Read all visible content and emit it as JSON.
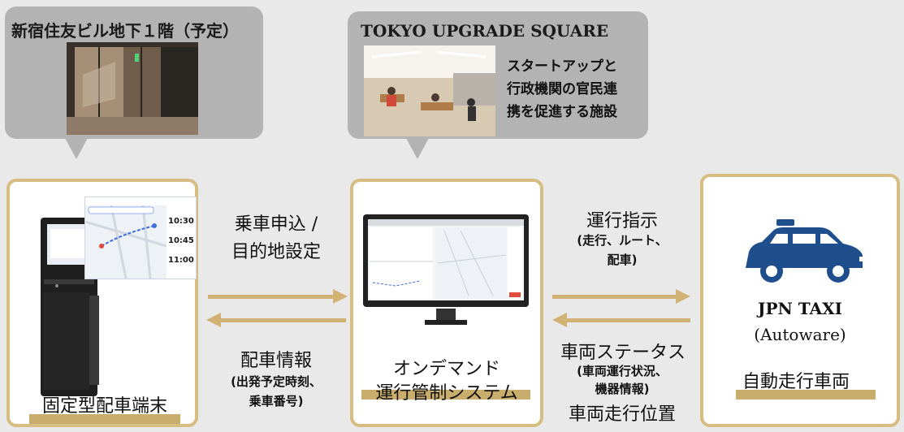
{
  "callouts": {
    "left_title": "新宿住友ビル地下１階（予定）",
    "center_title": "TOKYO UPGRADE SQUARE",
    "center_desc": [
      "スタートアップと",
      "行政機関の官民連",
      "携を促進する施設"
    ]
  },
  "nodes": {
    "terminal_label": "固定型配車端末",
    "system_label": [
      "オンデマンド",
      "運行管制システム"
    ],
    "vehicle_name": "JPN TAXI",
    "vehicle_sub": "(Autoware)",
    "vehicle_label": "自動走行車両"
  },
  "screen_times": [
    "10:30",
    "10:45",
    "11:00"
  ],
  "flows": {
    "request": [
      "乗車申込 /",
      "目的地設定"
    ],
    "dispatch_info": "配車情報",
    "dispatch_detail": [
      "(出発予定時刻、",
      "乗車番号)"
    ],
    "command": "運行指示",
    "command_detail": [
      "(走行、ルート、",
      "配車)"
    ],
    "status": "車両ステータス",
    "status_detail": [
      "(車両運行状況、",
      "機器情報)"
    ],
    "position": "車両走行位置"
  },
  "colors": {
    "gold": "#d1b274",
    "box_border": "#d6bd82",
    "callout": "#b3b3b3",
    "vehicle_blue": "#1f4e8c"
  }
}
